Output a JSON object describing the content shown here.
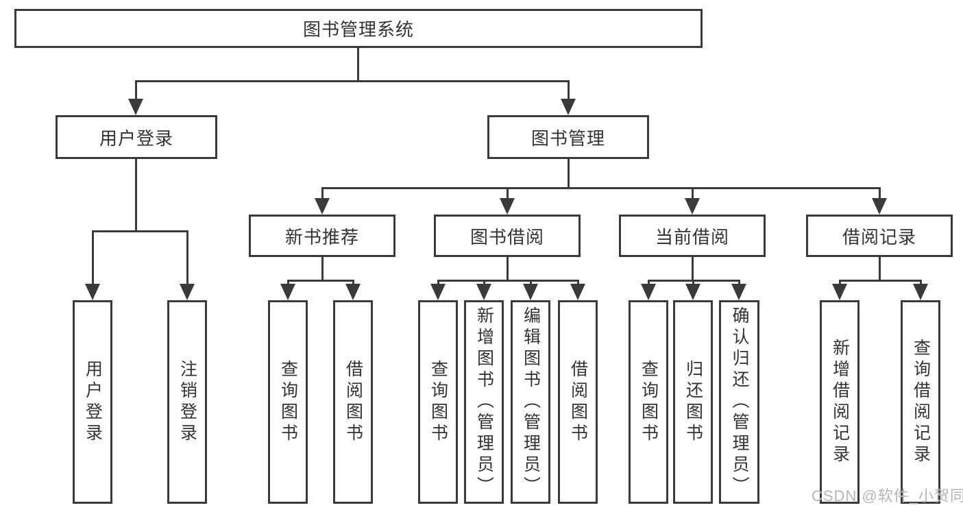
{
  "diagram": {
    "title": "图书管理系统",
    "watermark": "CSDN @软件_小贺同学",
    "colors": {
      "line": "#3a3a3a",
      "text": "#333333",
      "background": "#ffffff",
      "watermark": "#b5b5b5"
    },
    "nodes": {
      "root": {
        "label": "图书管理系统"
      },
      "user_login": {
        "label": "用户登录"
      },
      "book_mgmt": {
        "label": "图书管理"
      },
      "new_book_rec": {
        "label": "新书推荐"
      },
      "book_borrow": {
        "label": "图书借阅"
      },
      "current_borrow": {
        "label": "当前借阅"
      },
      "borrow_records": {
        "label": "借阅记录"
      },
      "ul_user_login": {
        "label": "用户登录"
      },
      "ul_logout": {
        "label": "注销登录"
      },
      "nb_query": {
        "label": "查询图书"
      },
      "nb_borrow": {
        "label": "借阅图书"
      },
      "bb_query": {
        "label": "查询图书"
      },
      "bb_add": {
        "label": "新增图书（管理员）"
      },
      "bb_edit": {
        "label": "编辑图书（管理员）"
      },
      "bb_borrow": {
        "label": "借阅图书"
      },
      "cb_query": {
        "label": "查询图书"
      },
      "cb_return": {
        "label": "归还图书"
      },
      "cb_confirm": {
        "label": "确认归还（管理员）"
      },
      "br_add": {
        "label": "新增借阅记录"
      },
      "br_query": {
        "label": "查询借阅记录"
      }
    },
    "hierarchy": {
      "图书管理系统": {
        "用户登录": [
          "用户登录",
          "注销登录"
        ],
        "图书管理": {
          "新书推荐": [
            "查询图书",
            "借阅图书"
          ],
          "图书借阅": [
            "查询图书",
            "新增图书（管理员）",
            "编辑图书（管理员）",
            "借阅图书"
          ],
          "当前借阅": [
            "查询图书",
            "归还图书",
            "确认归还（管理员）"
          ],
          "借阅记录": [
            "新增借阅记录",
            "查询借阅记录"
          ]
        }
      }
    }
  }
}
